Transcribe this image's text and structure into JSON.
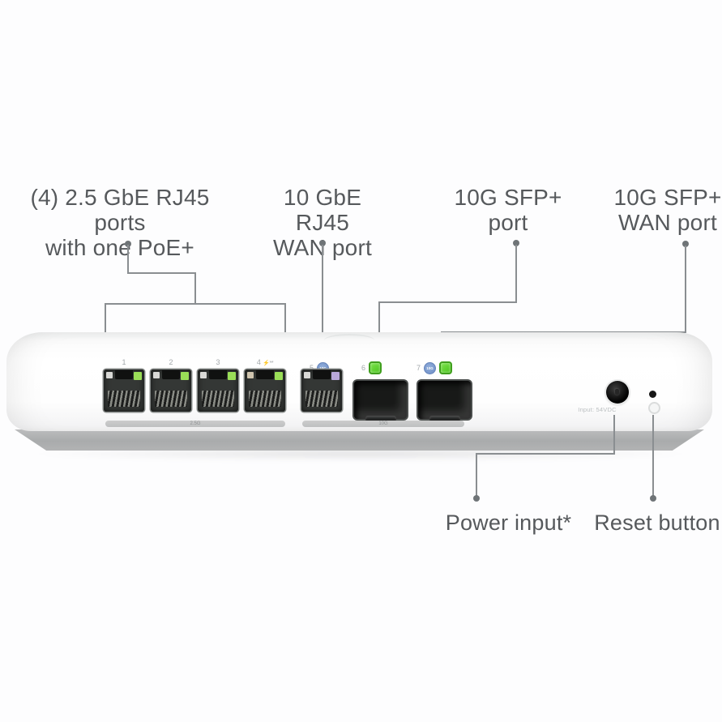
{
  "callouts": {
    "rj45_lan": {
      "line1": "(4) 2.5 GbE RJ45 ports",
      "line2": "with one PoE+"
    },
    "rj45_wan": {
      "line1": "10 GbE RJ45",
      "line2": "WAN port"
    },
    "sfp_lan": {
      "line1": "10G SFP+",
      "line2": "port"
    },
    "sfp_wan": {
      "line1": "10G SFP+",
      "line2": "WAN port"
    },
    "power": {
      "label": "Power input*"
    },
    "reset": {
      "label": "Reset button"
    }
  },
  "device": {
    "rj45_ports": [
      {
        "number": "1"
      },
      {
        "number": "2"
      },
      {
        "number": "3"
      },
      {
        "number": "4",
        "poe_mark": "⚡**"
      },
      {
        "number": "5",
        "badge": "10G"
      }
    ],
    "sfp_ports": [
      {
        "number": "6"
      },
      {
        "number": "7",
        "badge": "10G"
      }
    ],
    "speed_bars": [
      {
        "label": "2.5G"
      },
      {
        "label": "10G"
      }
    ],
    "power_input_label": "Input: 54VDC"
  },
  "colors": {
    "label_text": "#56595c",
    "callout_line": "#8a8e91",
    "led_green": "#5ed230",
    "badge_blue": "#7d9ed2",
    "base_band": "#aaacad"
  }
}
